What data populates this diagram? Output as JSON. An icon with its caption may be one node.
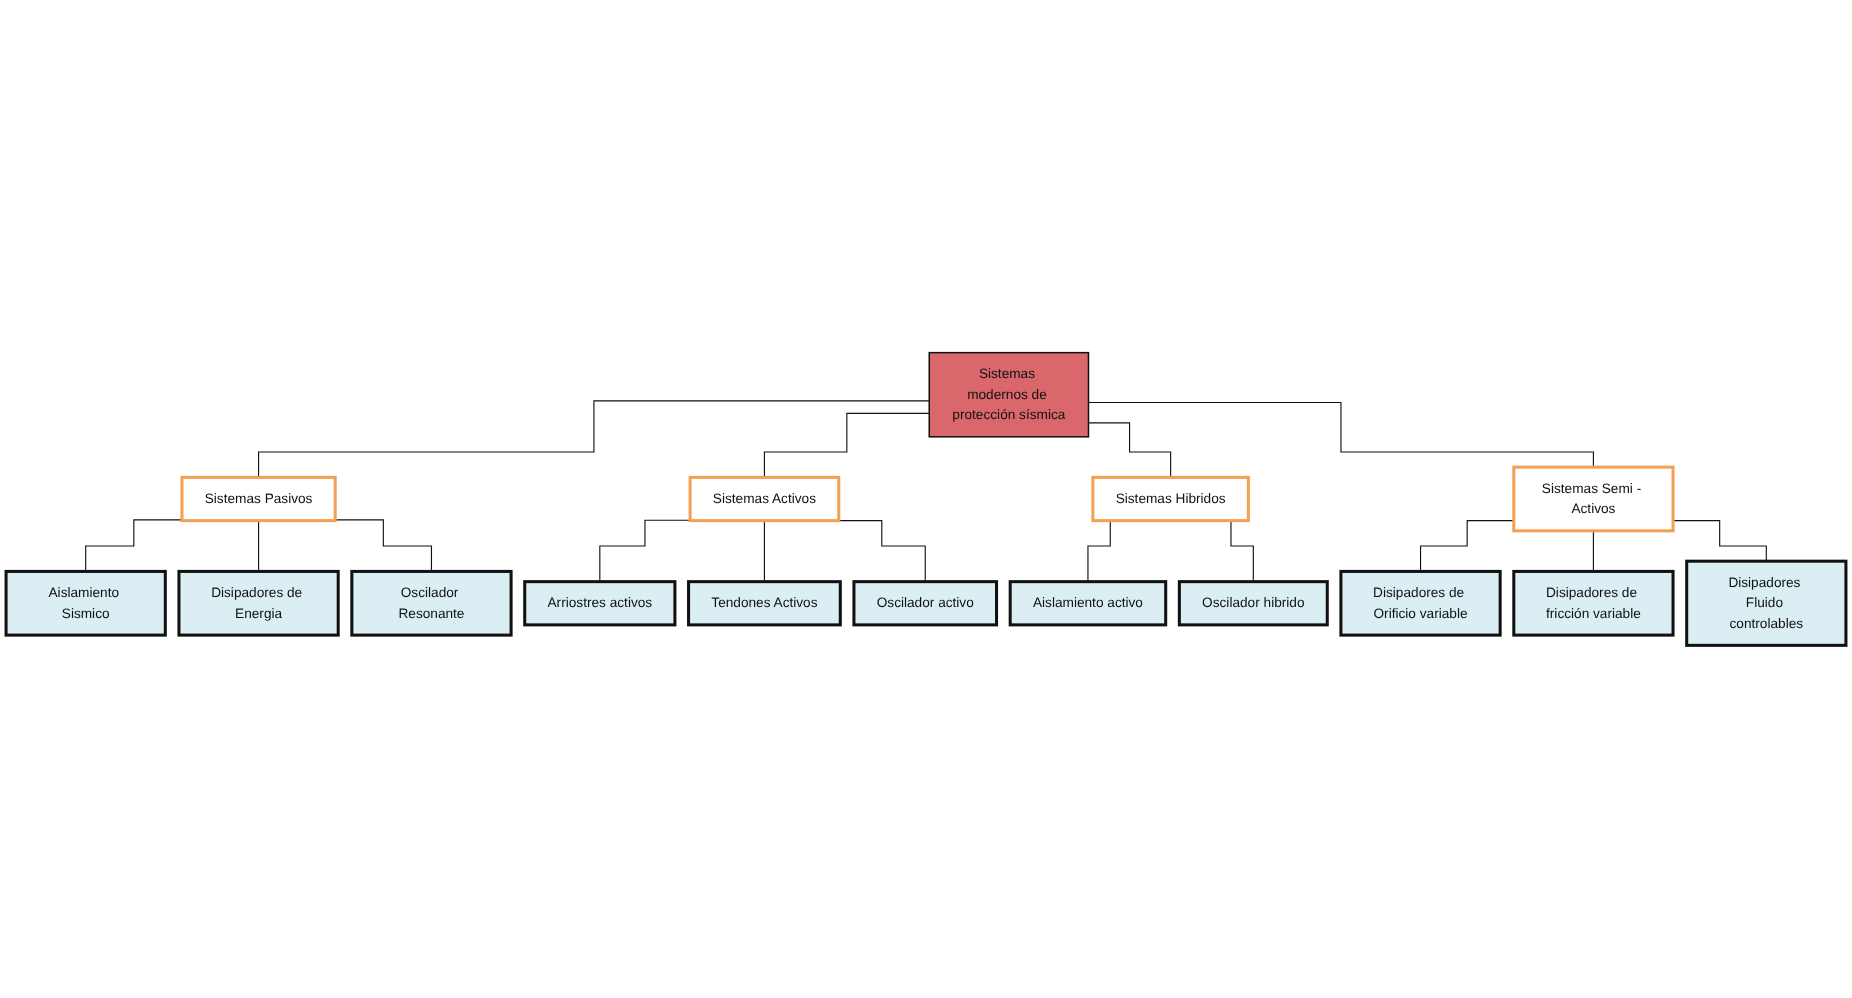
{
  "diagram": {
    "nodes": [
      {
        "text": [
          "Sistemas modernos de protección sísmica"
        ]
      },
      {
        "text": [
          "Sistemas Pasivos"
        ]
      },
      {
        "text": [
          "Sistemas Activos"
        ]
      },
      {
        "text": [
          "Sistemas Hibridos"
        ]
      },
      {
        "text": [
          "Sistemas Semi - Activos"
        ]
      },
      {
        "text": [
          "Aislamiento Sismico"
        ]
      },
      {
        "text": [
          "Disipadores de Energia"
        ]
      },
      {
        "text": [
          "Oscilador Resonante"
        ]
      },
      {
        "text": [
          "Arriostres activos"
        ]
      },
      {
        "text": [
          "Tendones Activos"
        ]
      },
      {
        "text": [
          "Oscilador activo"
        ]
      },
      {
        "text": [
          "Aislamiento activo"
        ]
      },
      {
        "text": [
          "Oscilador hibrido"
        ]
      },
      {
        "text": [
          "Disipadores de Orificio variable"
        ]
      },
      {
        "text": [
          "Disipadores de fricción variable"
        ]
      },
      {
        "text": [
          "Disipadores Fluido controlables"
        ]
      }
    ],
    "edges": [
      {
        "from": 0,
        "to": 1,
        "arrow": "none"
      },
      {
        "from": 0,
        "to": 2,
        "arrow": "none"
      },
      {
        "from": 0,
        "to": 3,
        "arrow": "none"
      },
      {
        "from": 0,
        "to": 4,
        "arrow": "none"
      },
      {
        "from": 1,
        "to": 5,
        "arrow": "none"
      },
      {
        "from": 1,
        "to": 6,
        "arrow": "none"
      },
      {
        "from": 1,
        "to": 7,
        "arrow": "none"
      },
      {
        "from": 2,
        "to": 8,
        "arrow": "none"
      },
      {
        "from": 2,
        "to": 9,
        "arrow": "none"
      },
      {
        "from": 2,
        "to": 10,
        "arrow": "none"
      },
      {
        "from": 3,
        "to": 11,
        "arrow": "none"
      },
      {
        "from": 3,
        "to": 12,
        "arrow": "none"
      },
      {
        "from": 4,
        "to": 13,
        "arrow": "none"
      },
      {
        "from": 4,
        "to": 14,
        "arrow": "none"
      },
      {
        "from": 4,
        "to": 15,
        "arrow": "none"
      }
    ]
  }
}
